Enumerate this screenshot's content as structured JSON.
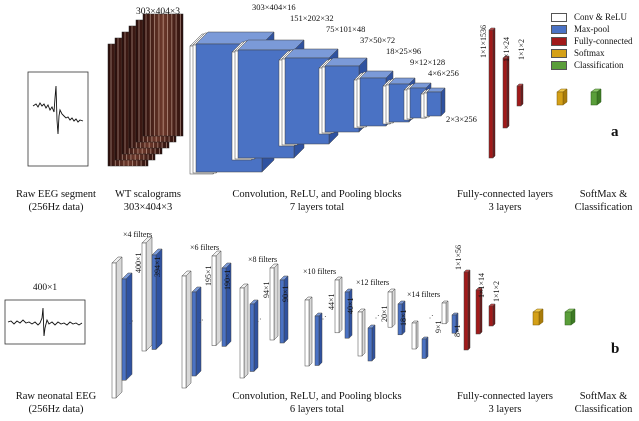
{
  "colors": {
    "conv_relu": "#ffffff",
    "max_pool": "#4a72c4",
    "fully_connected": "#a11a1a",
    "softmax": "#d4a017",
    "classification": "#5a9e3a"
  },
  "legend": {
    "items": [
      {
        "label": "Conv & ReLU",
        "icon": "white-box"
      },
      {
        "label": "Max-pool",
        "icon": "blue-box"
      },
      {
        "label": "Fully-connected",
        "icon": "red-box"
      },
      {
        "label": "Softmax",
        "icon": "yellow-box"
      },
      {
        "label": "Classification",
        "icon": "green-box"
      }
    ]
  },
  "panel_a": {
    "tag": "a",
    "wt_dim_top": "303×404×3",
    "conv_dims": [
      "303×404×16",
      "151×202×32",
      "75×101×48",
      "37×50×72",
      "18×25×96",
      "9×12×128",
      "4×6×256",
      "2×3×256"
    ],
    "fc_dims": [
      "1×1×1536",
      "1×1×24",
      "1×1×2"
    ],
    "labels": {
      "raw": [
        "Raw EEG segment",
        "(256Hz data)"
      ],
      "wt": [
        "WT scalograms",
        "303×404×3"
      ],
      "conv": [
        "Convolution, ReLU, and Pooling blocks",
        "7 layers total"
      ],
      "fc": [
        "Fully-connected layers",
        "3 layers"
      ],
      "soft": [
        "SoftMax &",
        "Classification"
      ]
    }
  },
  "panel_b": {
    "tag": "b",
    "input_dim": "400×1",
    "filters": [
      "×4 filters",
      "×6 filters",
      "×8 filters",
      "×10 filters",
      "×12 filters",
      "×14 filters"
    ],
    "conv_dims": [
      "400×1",
      "195×1",
      "94×1",
      "44×1",
      "20×1",
      "9×1"
    ],
    "pool_dims": [
      "394×1",
      "190×1",
      "90×1",
      "40×1",
      "18×1",
      "8×1"
    ],
    "fc_dims": [
      "1×1×56",
      "1×1×14",
      "1×1×2"
    ],
    "labels": {
      "raw": [
        "Raw neonatal EEG",
        "(256Hz data)"
      ],
      "conv": [
        "Convolution, ReLU, and Pooling blocks",
        "6 layers total"
      ],
      "fc": [
        "Fully-connected layers",
        "3 layers"
      ],
      "soft": [
        "SoftMax &",
        "Classification"
      ]
    }
  }
}
